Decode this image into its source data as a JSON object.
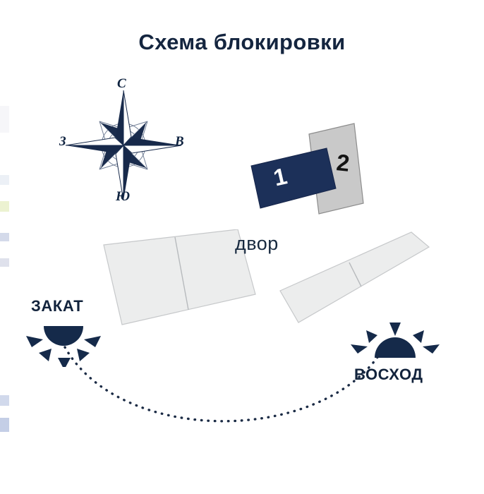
{
  "title": "Схема блокировки",
  "compass": {
    "name": "compass-rose",
    "north": "С",
    "south": "Ю",
    "west": "З",
    "east": "В"
  },
  "blocks": [
    {
      "id": "1",
      "label": "1",
      "fill": "#1c3059",
      "text_color": "#ffffff",
      "rotation_deg": -13
    },
    {
      "id": "2",
      "label": "2",
      "fill": "#c9c9c9",
      "text_color": "#141414",
      "rotation_deg": 6
    }
  ],
  "buildings": [
    {
      "id": "left-building",
      "fill": "#eceded",
      "rotation_deg": 20,
      "segments": 2
    },
    {
      "id": "right-building",
      "fill": "#eceded",
      "rotation_deg": -20,
      "segments": 2
    }
  ],
  "yard": {
    "label": "двор"
  },
  "sunset": {
    "label": "ЗАКАТ",
    "icon": "sunset-icon"
  },
  "sunrise": {
    "label": "ВОСХОД",
    "icon": "sunrise-icon"
  },
  "sun_path": {
    "name": "dotted-sun-arc",
    "style": "dotted",
    "color": "#1b2b45"
  },
  "colors": {
    "navy": "#1c3059",
    "title_navy": "#14253f",
    "gray_block": "#c9c9c9",
    "building_gray": "#eceded",
    "background": "#ffffff"
  }
}
